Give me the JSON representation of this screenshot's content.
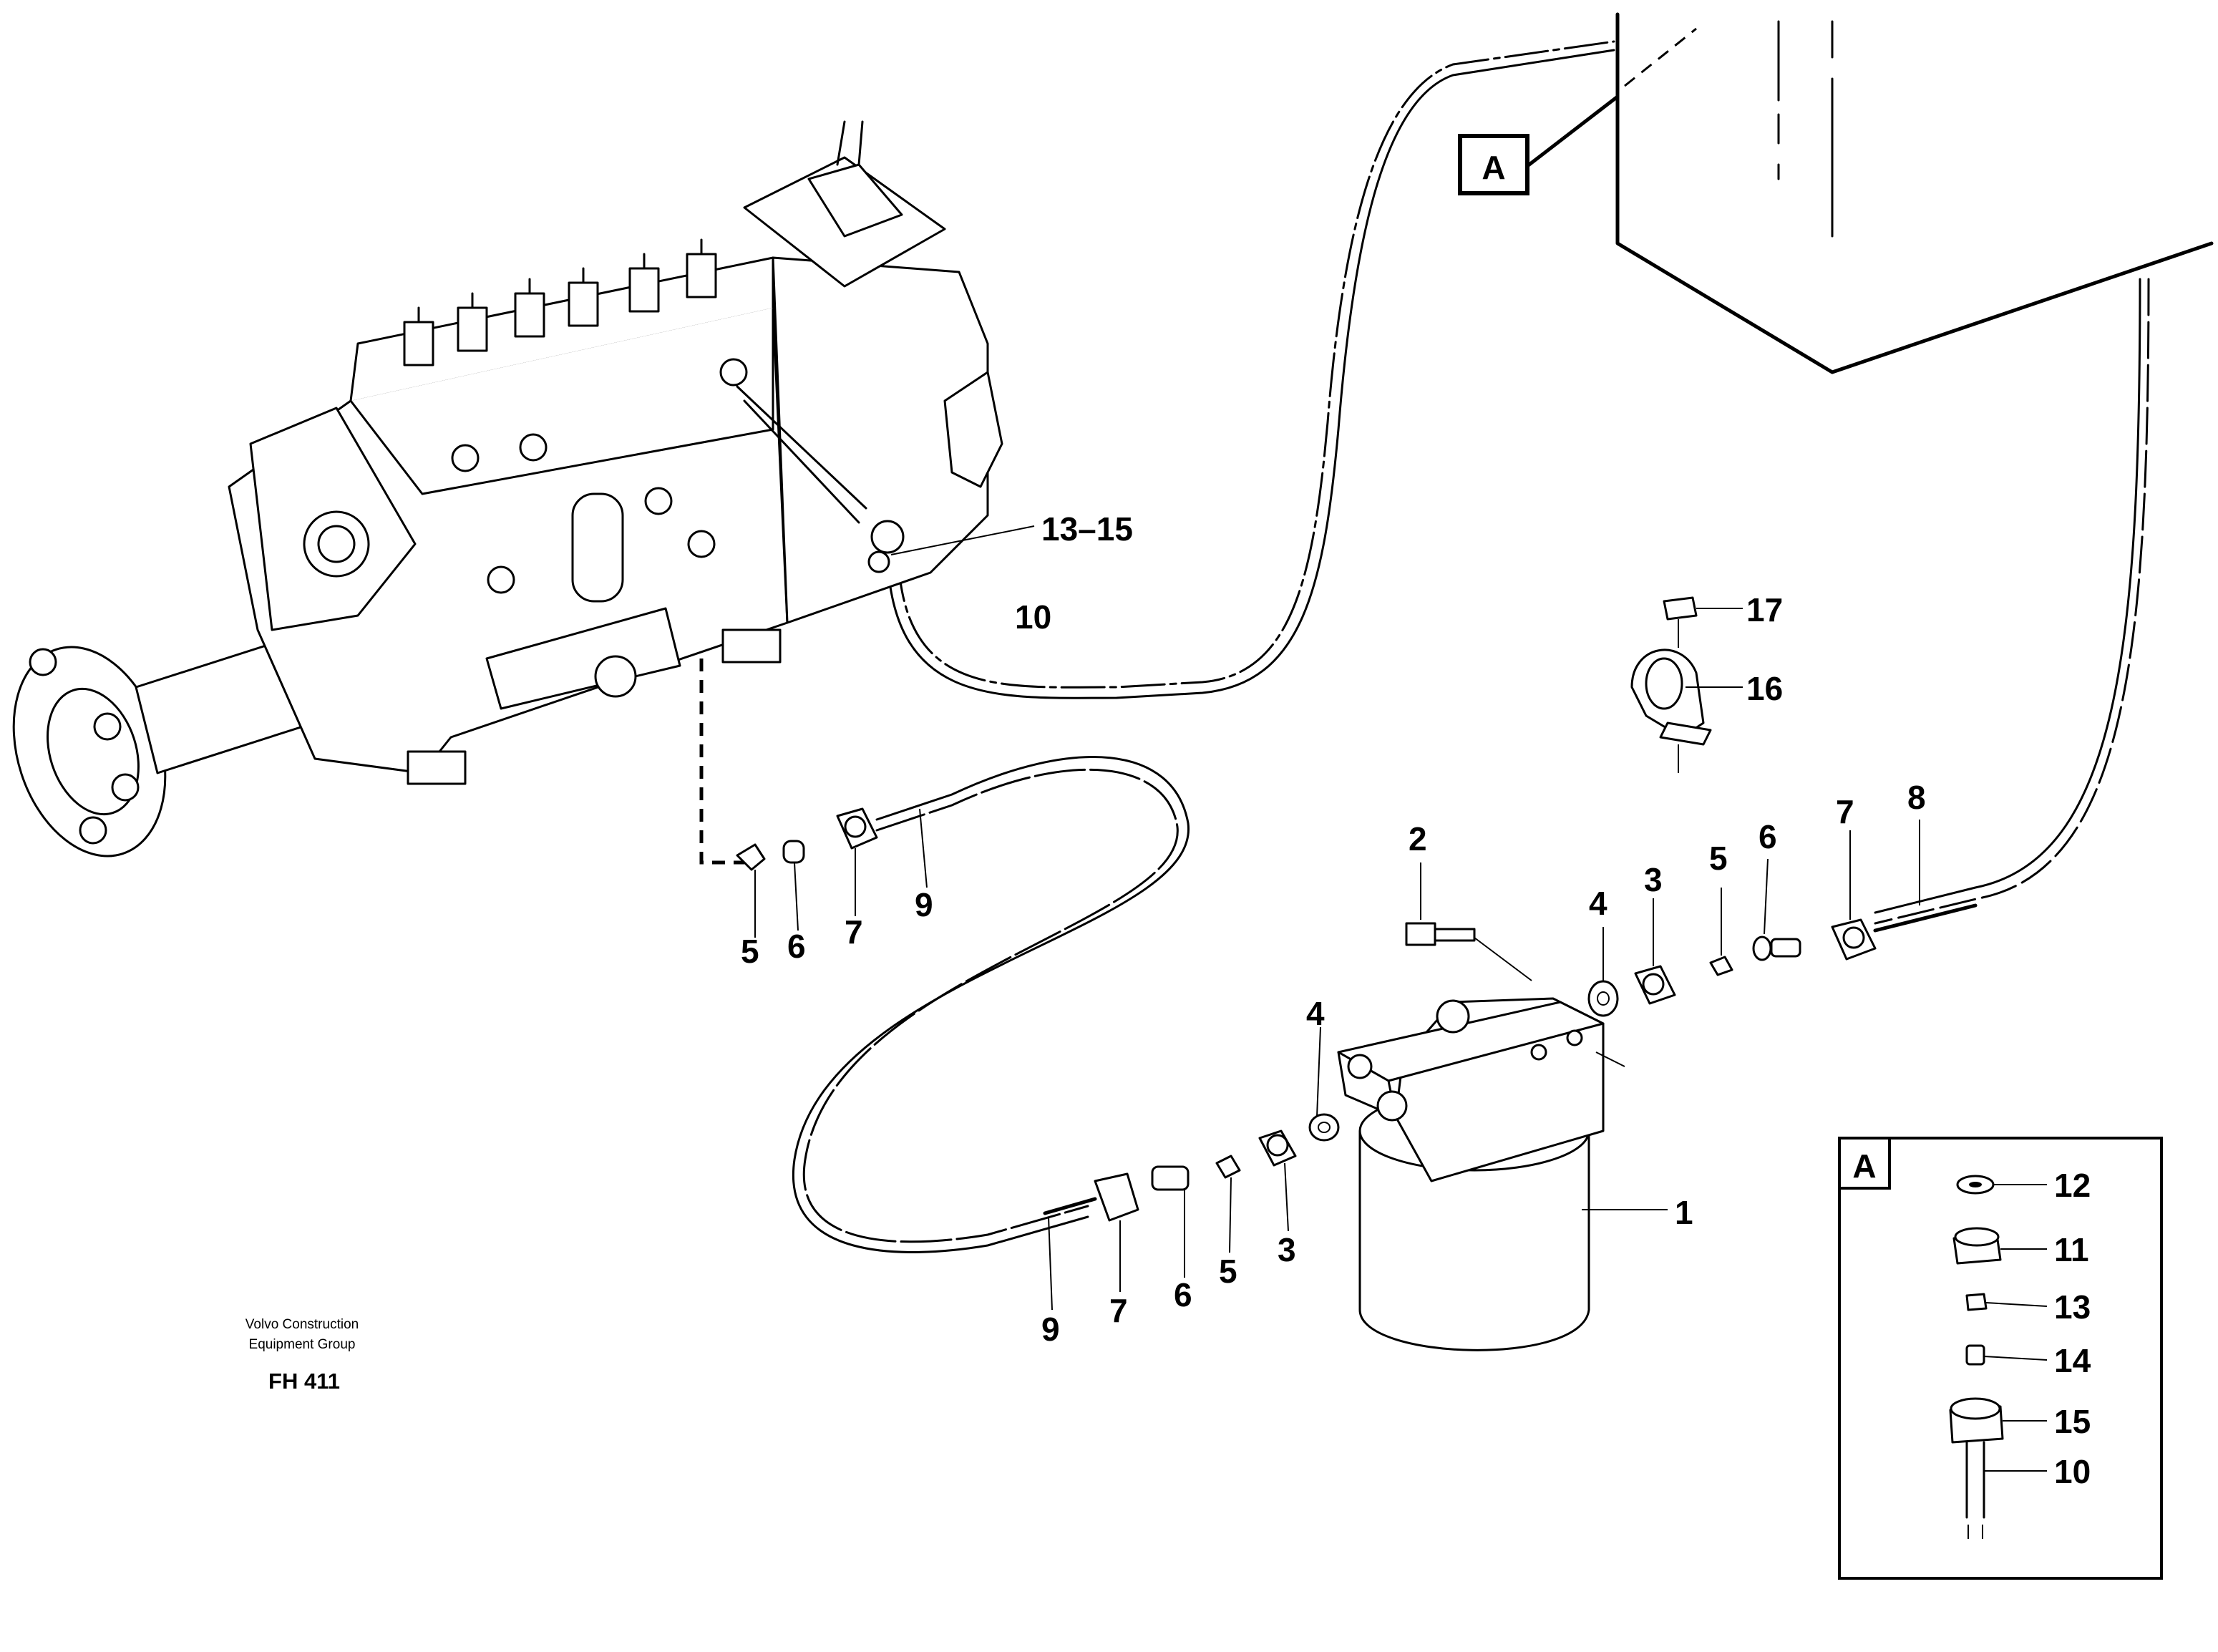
{
  "footer": {
    "publisher_line1": "Volvo Construction",
    "publisher_line2": "Equipment Group",
    "code": "FH 411"
  },
  "detail_marker": "A",
  "detail_box_label": "A",
  "callouts": {
    "c13_15": "13–15",
    "c10_top": "10",
    "c17": "17",
    "c16": "16",
    "c2": "2",
    "c4_top": "4",
    "c3_top": "3",
    "c5_top": "5",
    "c6_top": "6",
    "c7_top": "7",
    "c8": "8",
    "c5_left": "5",
    "c6_left": "6",
    "c7_left": "7",
    "c9_left": "9",
    "c4_mid": "4",
    "c1": "1",
    "c3_bot": "3",
    "c5_bot": "5",
    "c6_bot": "6",
    "c7_bot": "7",
    "c9_bot": "9",
    "d12": "12",
    "d11": "11",
    "d13": "13",
    "d14": "14",
    "d15": "15",
    "d10": "10"
  }
}
